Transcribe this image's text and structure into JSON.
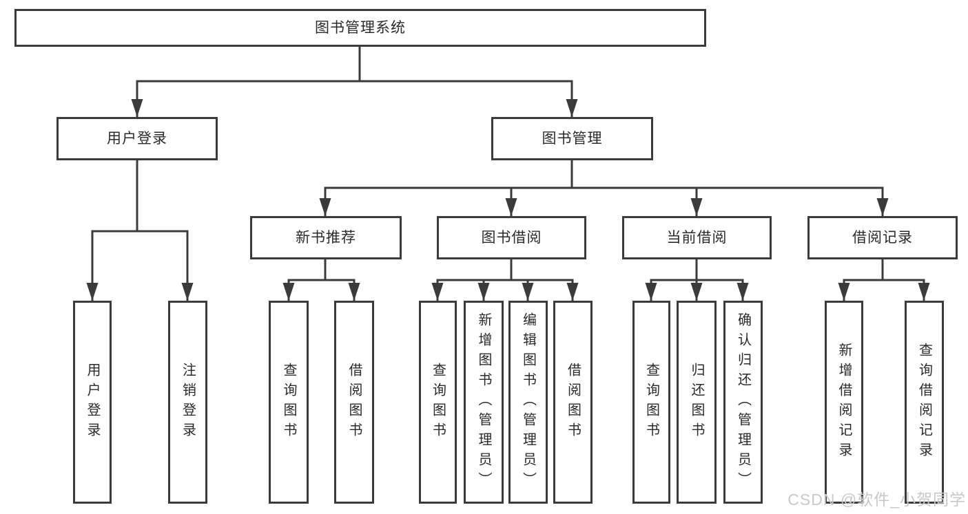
{
  "diagram": {
    "root": {
      "label": "图书管理系统"
    },
    "login_branch": {
      "label": "用户登录",
      "children": [
        {
          "label": "用户登录"
        },
        {
          "label": "注销登录"
        }
      ]
    },
    "manage_branch": {
      "label": "图书管理",
      "sections": [
        {
          "label": "新书推荐",
          "children": [
            {
              "label": "查询图书"
            },
            {
              "label": "借阅图书"
            }
          ]
        },
        {
          "label": "图书借阅",
          "children": [
            {
              "label": "查询图书"
            },
            {
              "label": "新增图书（管理员）"
            },
            {
              "label": "编辑图书（管理员）"
            },
            {
              "label": "借阅图书"
            }
          ]
        },
        {
          "label": "当前借阅",
          "children": [
            {
              "label": "查询图书"
            },
            {
              "label": "归还图书"
            },
            {
              "label": "确认归还（管理员）"
            }
          ]
        },
        {
          "label": "借阅记录",
          "children": [
            {
              "label": "新增借阅记录"
            },
            {
              "label": "查询借阅记录"
            }
          ]
        }
      ]
    },
    "colors": {
      "line": "#3b3b3b",
      "text": "#2a2a2a",
      "background": "#ffffff",
      "watermark": "#c8c8c8"
    }
  },
  "watermark": {
    "text": "CSDN @软件_小贺同学"
  }
}
